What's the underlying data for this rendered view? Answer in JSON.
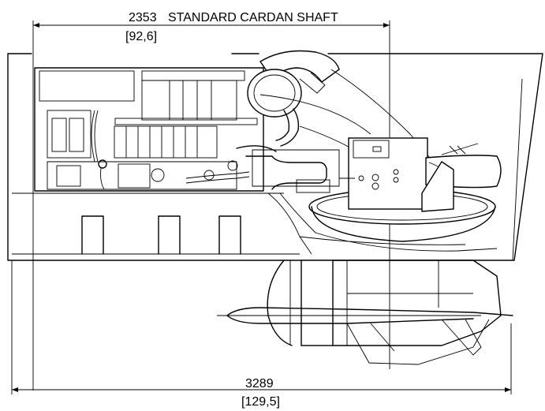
{
  "top_dimension": {
    "value_mm": "2353",
    "label": "STANDARD CARDAN SHAFT",
    "value_in": "[92,6]"
  },
  "bottom_dimension": {
    "value_mm": "3289",
    "value_in": "[129,5]"
  }
}
